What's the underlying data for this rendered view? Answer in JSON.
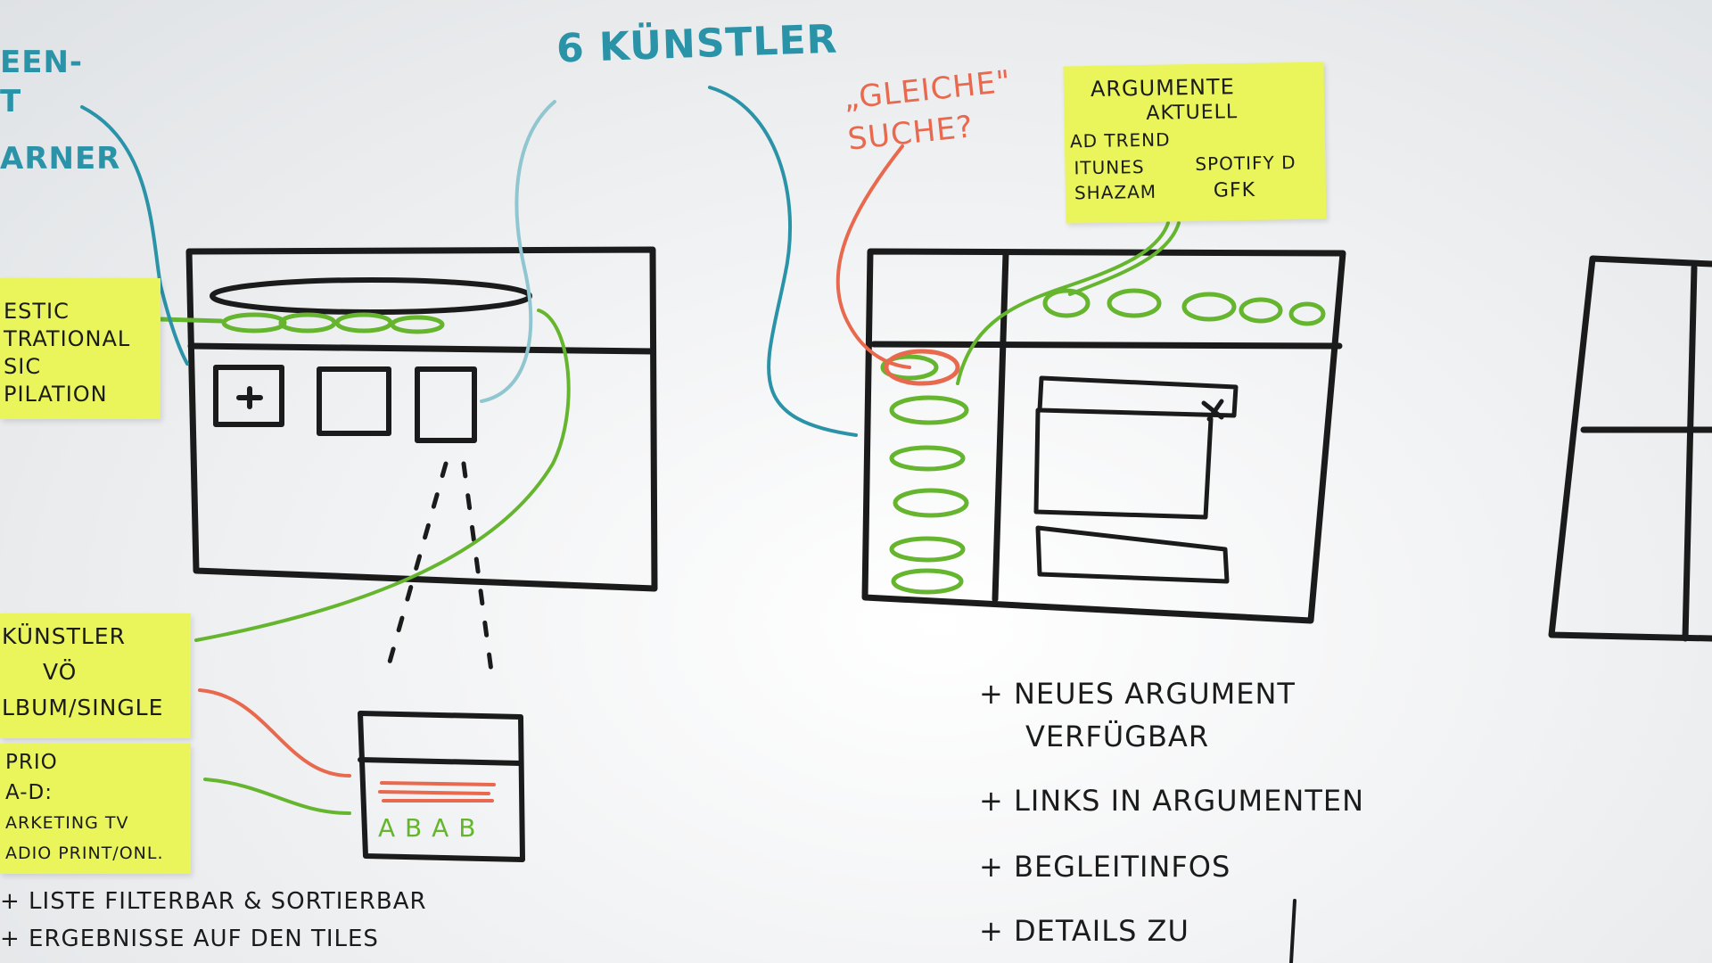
{
  "top_left_teal_fragment": [
    "EEN-",
    "T",
    "ARNER"
  ],
  "teal_note": "6 KÜNSTLER",
  "red_note": "„GLEICHE\" SUCHE?",
  "sticky_left_top": [
    "ESTIC",
    "TRATIONAL",
    "SIC",
    "PILATION"
  ],
  "sticky_left_mid": [
    "KÜNSTLER",
    "VÖ",
    "LBUM/SINGLE"
  ],
  "sticky_left_bottom": [
    "PRIO",
    "A-D:",
    "ARKETING TV",
    "ADIO PRINT/ONL."
  ],
  "sticky_right": [
    "ARGUMENTE",
    "AKTUELL",
    "AD TREND",
    "ITUNES",
    "SPOTIFY D",
    "SHAZAM",
    "GFK"
  ],
  "tile_zoom_label": "A B A B",
  "bottom_left_list": [
    "+ LISTE FILTERBAR & SORTIERBAR",
    "+ ERGEBNISSE AUF DEN TILES"
  ],
  "bottom_right_list": [
    "+ NEUES ARGUMENT",
    "VERFÜGBAR",
    "+ LINKS IN ARGUMENTEN",
    "+ BEGLEITINFOS",
    "+ DETAILS ZU"
  ],
  "colors": {
    "marker_black": "#1b1b1b",
    "marker_teal": "#2a93a8",
    "marker_green": "#66b52e",
    "marker_red": "#e8694e",
    "sticky_yellow": "#e9f55a",
    "board_white": "#f4f5f6"
  }
}
